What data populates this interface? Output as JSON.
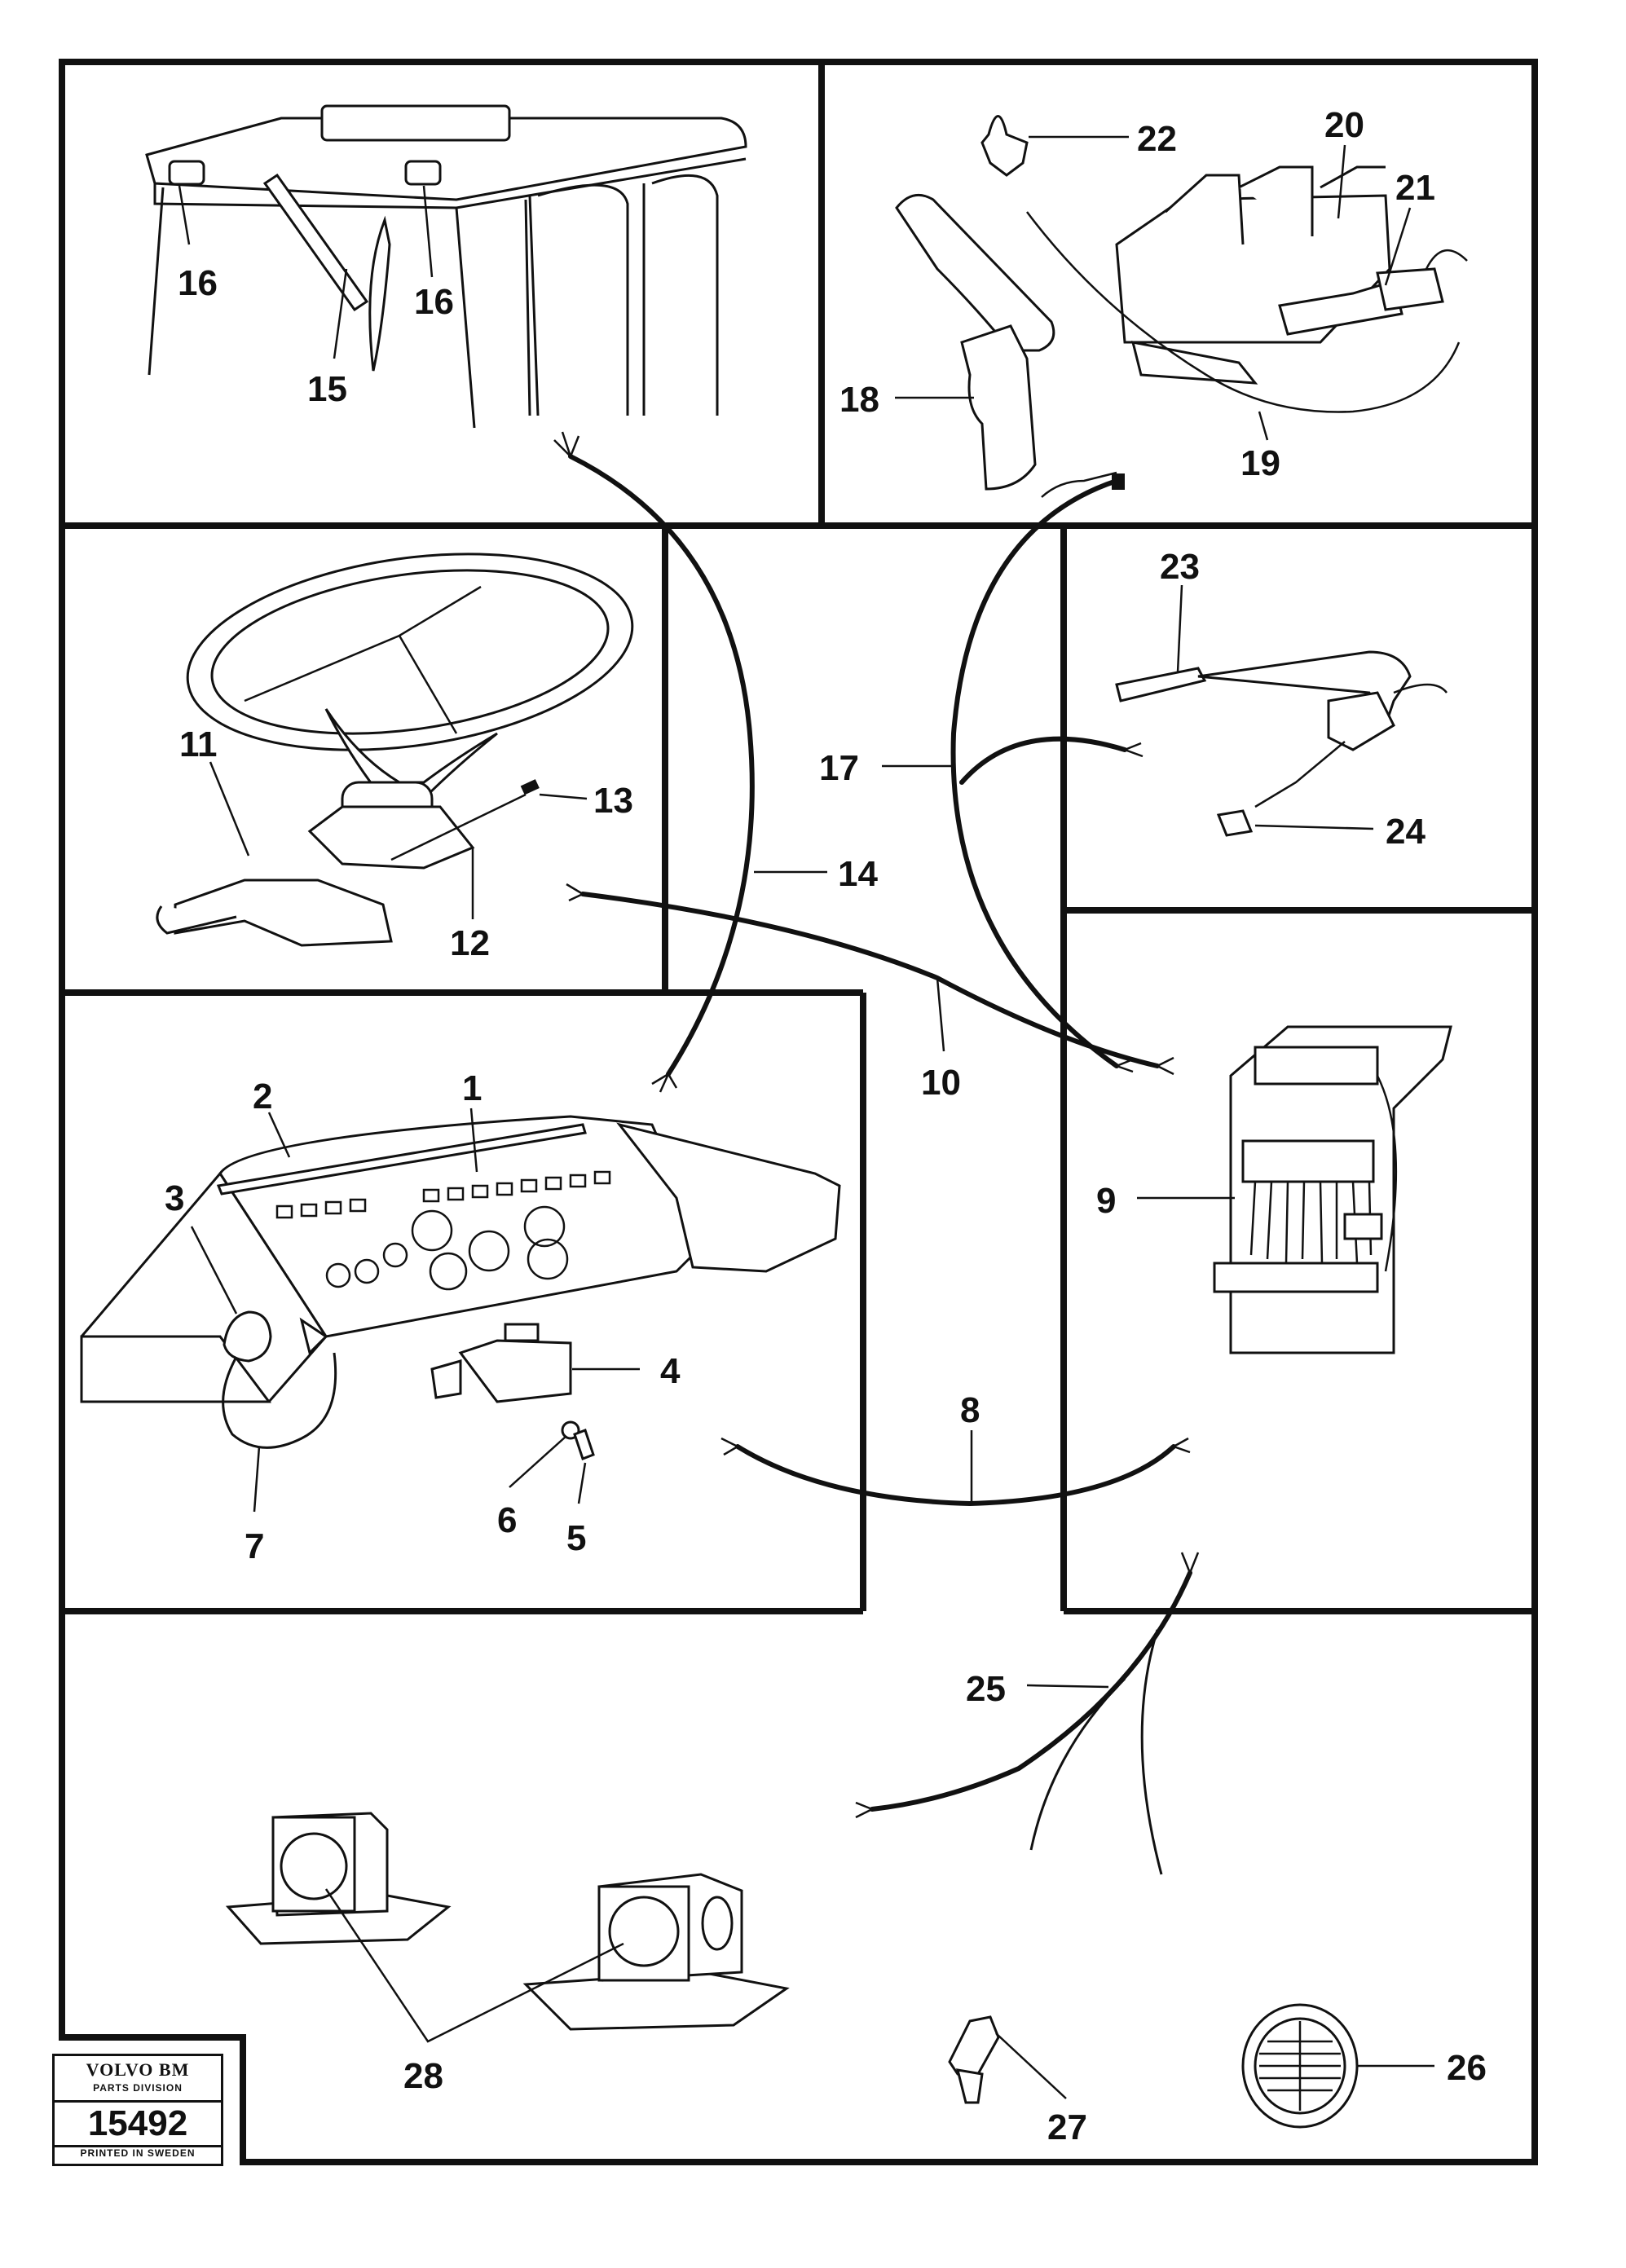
{
  "callouts": {
    "c1": "1",
    "c2": "2",
    "c3": "3",
    "c4": "4",
    "c5": "5",
    "c6": "6",
    "c7": "7",
    "c8": "8",
    "c9": "9",
    "c10": "10",
    "c11": "11",
    "c12": "12",
    "c13": "13",
    "c14": "14",
    "c15": "15",
    "c16a": "16",
    "c16b": "16",
    "c17": "17",
    "c18": "18",
    "c19": "19",
    "c20": "20",
    "c21": "21",
    "c22": "22",
    "c23": "23",
    "c24": "24",
    "c25": "25",
    "c26": "26",
    "c27": "27",
    "c28": "28"
  },
  "stamp": {
    "brand": "VOLVO BM",
    "division": "PARTS DIVISION",
    "number": "15492",
    "printed": "PRINTED IN SWEDEN"
  }
}
